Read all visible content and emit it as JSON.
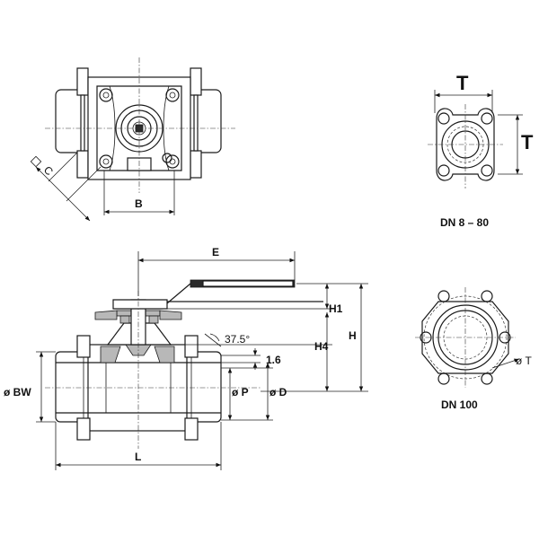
{
  "labels": {
    "top_view": {
      "dim_c": "C",
      "dim_b": "B"
    },
    "flange_small": {
      "dim_t_horizontal": "T",
      "dim_t_vertical": "T",
      "caption": "DN 8 – 80"
    },
    "flange_large": {
      "dim_dia_t": "ø T",
      "caption": "DN 100"
    },
    "side_view": {
      "dim_e": "E",
      "dim_h1": "H1",
      "dim_h4": "H4",
      "dim_h": "H",
      "angle": "37.5°",
      "dim_1_6": "1.6",
      "dim_bw": "ø BW",
      "dim_p": "ø P",
      "dim_d": "ø D",
      "dim_l": "L"
    }
  },
  "colors": {
    "line": "#1a1a1a",
    "hatch": "#b8b8b8",
    "handle": "#2a2a2a",
    "background": "#ffffff"
  }
}
